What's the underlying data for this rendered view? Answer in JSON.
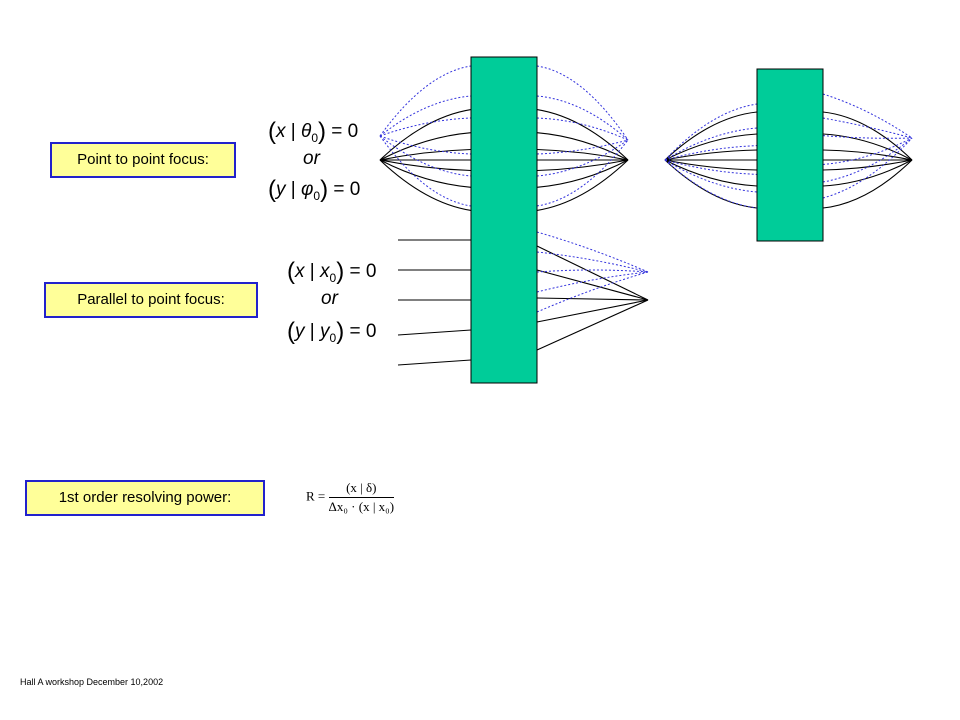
{
  "labels": {
    "point_to_point": "Point to point focus:",
    "parallel_to_point": "Parallel to point focus:",
    "resolving_power": "1st order resolving power:"
  },
  "equations": {
    "point": {
      "a_var": "x",
      "a_sym": "θ",
      "a_sub": "0",
      "or": "or",
      "b_var": "y",
      "b_sym": "φ",
      "b_sub": "0",
      "rhs": "= 0"
    },
    "parallel": {
      "a_var": "x",
      "a_sym": "x",
      "a_sub": "0",
      "or": "or",
      "b_var": "y",
      "b_sym": "y",
      "b_sub": "0",
      "rhs": "= 0"
    },
    "resolving": {
      "lhs": "R =",
      "numerator": "(x | δ)",
      "denominator": "Δx₀ · (x | x₀)"
    }
  },
  "footer": "Hall A workshop December 10,2002",
  "colors": {
    "magnet": "#00cc99",
    "label_fill": "#ffff99",
    "label_border": "#2222cc",
    "ray_solid": "#000000",
    "ray_dotted": "#3333dd"
  }
}
